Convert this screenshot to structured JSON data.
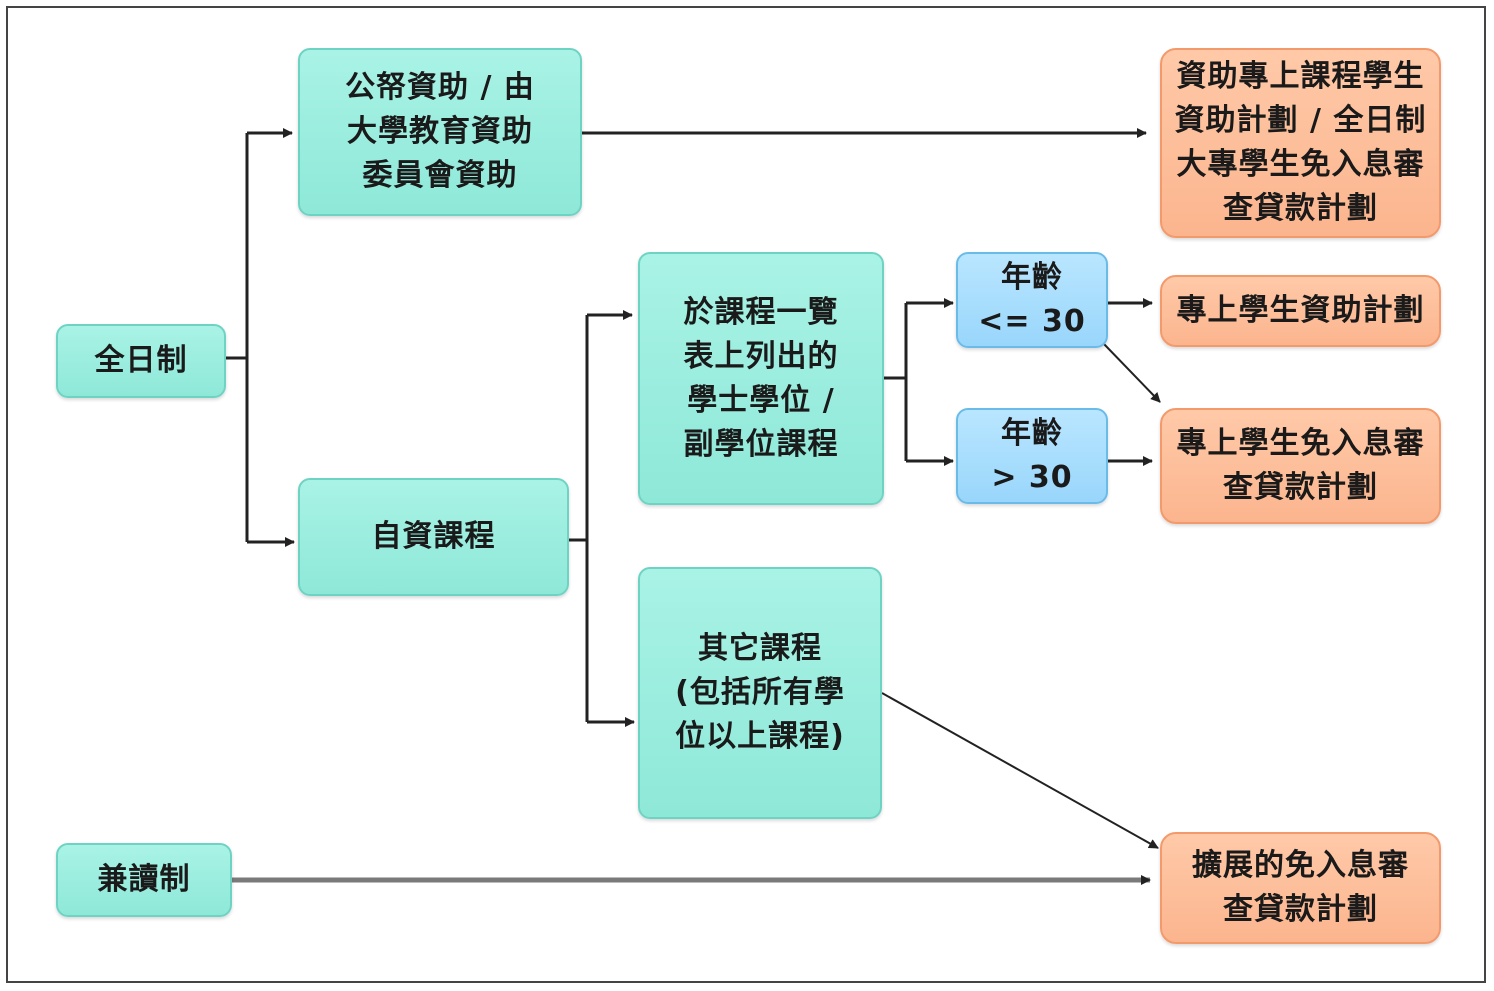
{
  "nodes": {
    "fulltime": "全日制",
    "parttime": "兼讀制",
    "public_funded": "公帑資助 / 由\n大學教育資助\n委員會資助",
    "self_financed": "自資課程",
    "listed_programmes": "於課程一覽\n表上列出的\n學士學位 /\n副學位課程",
    "other_programmes": "其它課程\n(包括所有學\n位以上課程)",
    "age_le_30": "年齡\n<= 30",
    "age_gt_30": "年齡\n> 30",
    "tsfs_ngtlss": "資助專上課程學生\n資助計劃 / 全日制\n大專學生免入息審\n查貸款計劃",
    "fasp": "專上學生資助計劃",
    "nlsps": "專上學生免入息審\n查貸款計劃",
    "ens": "擴展的免入息審\n查貸款計劃"
  },
  "colors": {
    "teal": "#a9f3e6",
    "blue": "#b9e6ff",
    "orange": "#ffc9a8",
    "line": "#222222"
  }
}
